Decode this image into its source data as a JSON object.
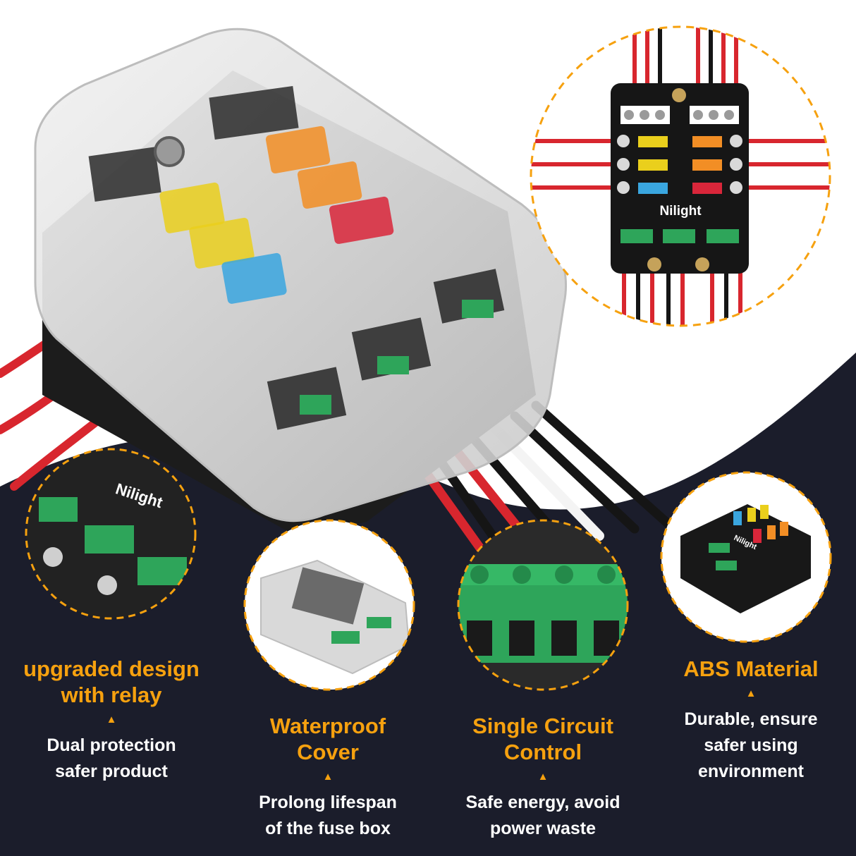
{
  "colors": {
    "accent": "#f6a10f",
    "dark_background": "#1b1d2b",
    "wire_red": "#d8262e",
    "wire_black": "#151515",
    "wire_white": "#f4f4f4",
    "terminal_green": "#2ea55a"
  },
  "brand": {
    "logo_text": "Nilight"
  },
  "features": [
    {
      "title": "upgraded design with relay",
      "desc": "Dual protection safer product"
    },
    {
      "title": "Waterproof Cover",
      "desc": "Prolong lifespan of the fuse box"
    },
    {
      "title": "Single Circuit Control",
      "desc": "Safe energy, avoid power waste"
    },
    {
      "title": "ABS Material",
      "desc": "Durable, ensure safer using environment"
    }
  ],
  "feature_lines": [
    {
      "title": [
        "upgraded design",
        "with relay"
      ],
      "desc": [
        "Dual protection",
        "safer product"
      ]
    },
    {
      "title": [
        "Waterproof",
        "Cover"
      ],
      "desc": [
        "Prolong lifespan",
        "of the fuse box"
      ]
    },
    {
      "title": [
        "Single Circuit",
        "Control"
      ],
      "desc": [
        "Safe energy, avoid",
        "power waste"
      ]
    },
    {
      "title": [
        "ABS Material"
      ],
      "desc": [
        "Durable, ensure",
        "safer using",
        "environment"
      ]
    }
  ],
  "arrow_glyph": "▲"
}
